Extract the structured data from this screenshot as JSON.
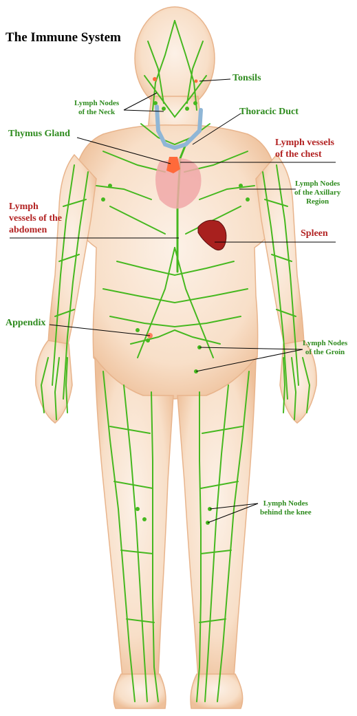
{
  "title": "The Immune System",
  "labels": {
    "tonsils": "Tonsils",
    "neck_nodes": "Lymph Nodes\nof the Neck",
    "thoracic_duct": "Thoracic Duct",
    "thymus": "Thymus Gland",
    "chest_vessels": "Lymph vessels\nof the chest",
    "axillary": "Lymph Nodes\nof the Axillary\nRegion",
    "abdomen_vessels": "Lymph\nvessels of the\nabdomen",
    "spleen": "Spleen",
    "appendix": "Appendix",
    "groin": "Lymph Nodes\nof the Groin",
    "knee": "Lymph Nodes\nbehind the knee"
  },
  "colors": {
    "skin": "#f2c9a6",
    "skin_inner": "#fbeee2",
    "lymph": "#45b81f",
    "thoracic": "#8fb6d6",
    "heart": "#f0a8a8",
    "spleen": "#a8201e",
    "label_green": "#2e8b1e",
    "label_red": "#b22222"
  }
}
